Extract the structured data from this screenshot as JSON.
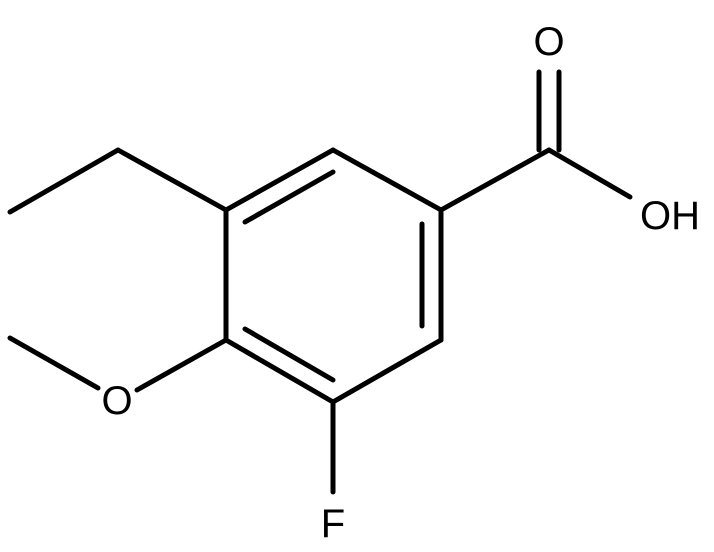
{
  "molecule": {
    "atoms": {
      "carbonyl_oxygen": "O",
      "hydroxyl": "OH",
      "methoxy_oxygen": "O",
      "fluorine": "F"
    }
  },
  "colors": {
    "bond": "#000000",
    "label": "#000000",
    "background": "#ffffff"
  }
}
